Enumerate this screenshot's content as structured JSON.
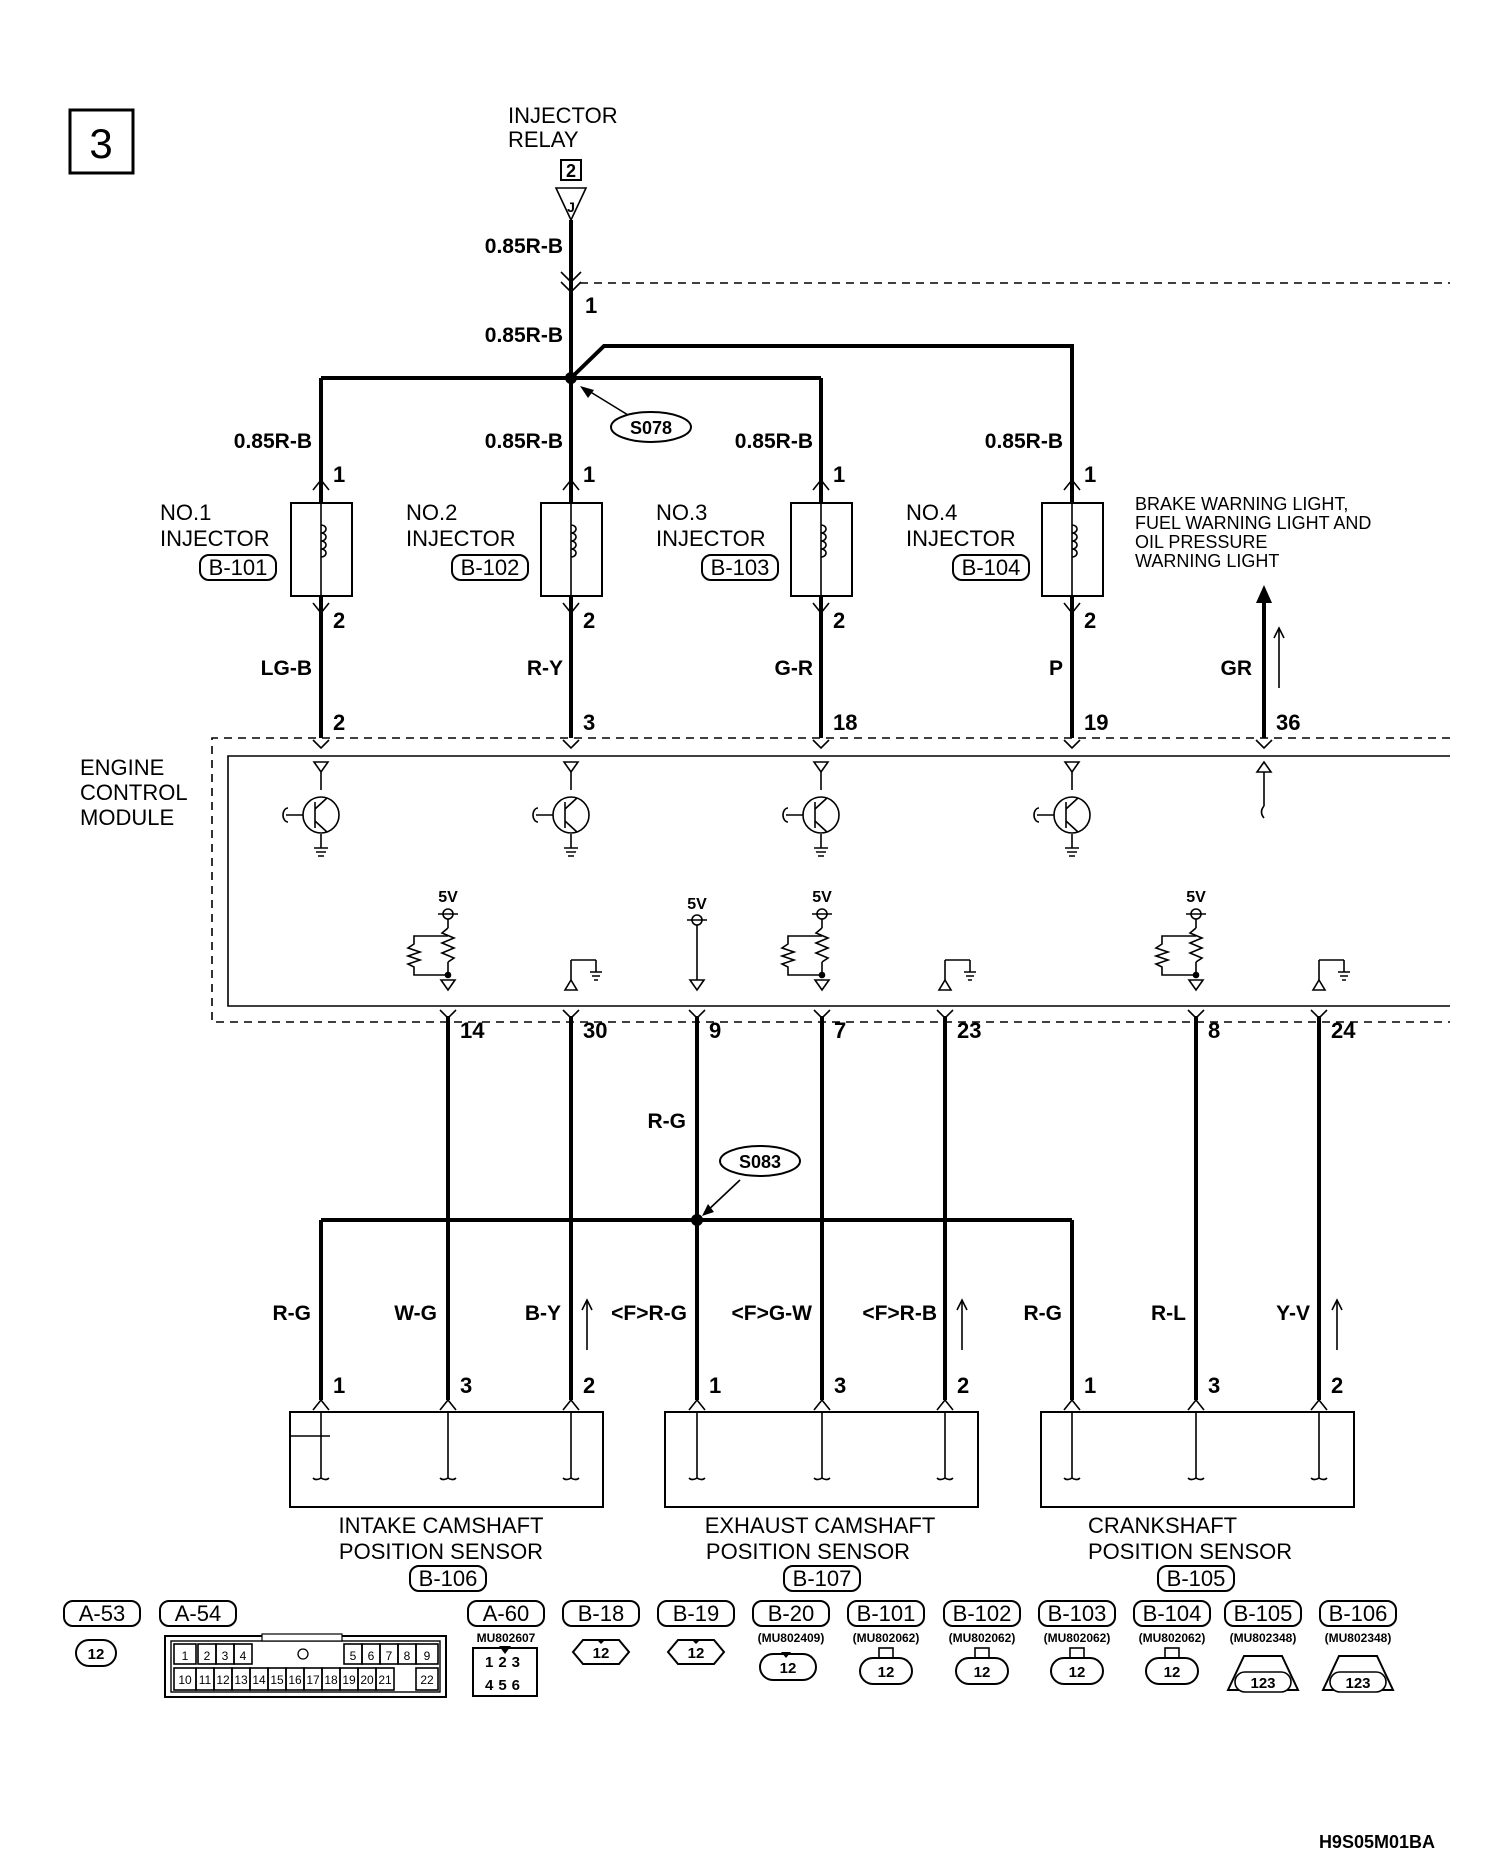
{
  "page_number": "3",
  "relay": {
    "title_line1": "INJECTOR",
    "title_line2": "RELAY",
    "pin": "2",
    "connector": "J"
  },
  "top_wires": {
    "w_relay": "0.85R-B",
    "pin_top": "1",
    "w_branch": "0.85R-B"
  },
  "splice_top": "S078",
  "splice_mid": "S083",
  "injectors": [
    {
      "line1": "NO.1",
      "line2": "INJECTOR",
      "conn": "B-101",
      "wire_in": "0.85R-B",
      "pin_in": "1",
      "pin_out": "2",
      "wire_out": "LG-B",
      "ecm_pin": "2"
    },
    {
      "line1": "NO.2",
      "line2": "INJECTOR",
      "conn": "B-102",
      "wire_in": "0.85R-B",
      "pin_in": "1",
      "pin_out": "2",
      "wire_out": "R-Y",
      "ecm_pin": "3"
    },
    {
      "line1": "NO.3",
      "line2": "INJECTOR",
      "conn": "B-103",
      "wire_in": "0.85R-B",
      "pin_in": "1",
      "pin_out": "2",
      "wire_out": "G-R",
      "ecm_pin": "18"
    },
    {
      "line1": "NO.4",
      "line2": "INJECTOR",
      "conn": "B-104",
      "wire_in": "0.85R-B",
      "pin_in": "1",
      "pin_out": "2",
      "wire_out": "P",
      "ecm_pin": "19"
    }
  ],
  "warning": {
    "line1": "BRAKE WARNING LIGHT,",
    "line2": "FUEL WARNING LIGHT AND",
    "line3": "OIL PRESSURE",
    "line4": "WARNING LIGHT",
    "wire": "GR",
    "ecm_pin": "36"
  },
  "ecm": {
    "line1": "ENGINE",
    "line2": "CONTROL",
    "line3": "MODULE"
  },
  "voltage_label": "5V",
  "ecm_bottom_pins": [
    "14",
    "30",
    "9",
    "7",
    "23",
    "8",
    "24"
  ],
  "wire_rg_upper": "R-G",
  "sensor_wires": [
    "R-G",
    "W-G",
    "B-Y",
    "<F>R-G",
    "<F>G-W",
    "<F>R-B",
    "R-G",
    "R-L",
    "Y-V"
  ],
  "sensor_pins": [
    "1",
    "3",
    "2",
    "1",
    "3",
    "2",
    "1",
    "3",
    "2"
  ],
  "sensors": [
    {
      "line1": "INTAKE CAMSHAFT",
      "line2": "POSITION SENSOR",
      "conn": "B-106"
    },
    {
      "line1": "EXHAUST CAMSHAFT",
      "line2": "POSITION SENSOR",
      "conn": "B-107"
    },
    {
      "line1": "CRANKSHAFT",
      "line2": "POSITION SENSOR",
      "conn": "B-105"
    }
  ],
  "connectors": [
    {
      "code": "A-53",
      "part": "",
      "pins": "12"
    },
    {
      "code": "A-54",
      "part": "",
      "pins": ""
    },
    {
      "code": "A-60",
      "part": "MU802607",
      "pins": ""
    },
    {
      "code": "B-18",
      "part": "",
      "pins": "12"
    },
    {
      "code": "B-19",
      "part": "",
      "pins": "12"
    },
    {
      "code": "B-20",
      "part": "(MU802409)",
      "pins": "12"
    },
    {
      "code": "B-101",
      "part": "(MU802062)",
      "pins": "12"
    },
    {
      "code": "B-102",
      "part": "(MU802062)",
      "pins": "12"
    },
    {
      "code": "B-103",
      "part": "(MU802062)",
      "pins": "12"
    },
    {
      "code": "B-104",
      "part": "(MU802062)",
      "pins": "12"
    },
    {
      "code": "B-105",
      "part": "(MU802348)",
      "pins": "123"
    },
    {
      "code": "B-106",
      "part": "(MU802348)",
      "pins": "123"
    }
  ],
  "a54_row1": [
    "1",
    "2",
    "3",
    "4",
    "5",
    "6",
    "7",
    "8",
    "9"
  ],
  "a54_row2": [
    "10",
    "11",
    "12",
    "13",
    "14",
    "15",
    "16",
    "17",
    "18",
    "19",
    "20",
    "21",
    "22"
  ],
  "a60_rows": [
    "123",
    "456"
  ],
  "footer_code": "H9S05M01BA"
}
